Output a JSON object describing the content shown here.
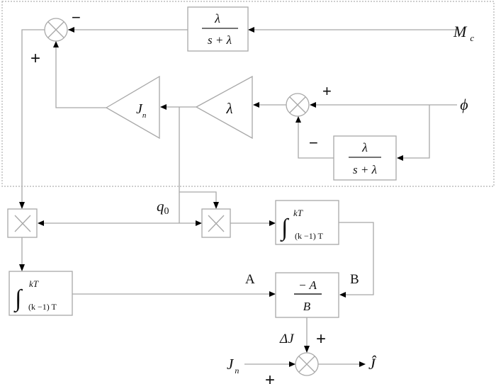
{
  "title": "Inertia estimation block diagram",
  "signals": {
    "Mc": {
      "main": "M",
      "sub": "c"
    },
    "phi": "ϕ",
    "q0": {
      "main": "q",
      "sub": "0"
    },
    "Jn_input": {
      "main": "J",
      "sub": "n"
    },
    "A": "A",
    "B": "B",
    "deltaJ": "ΔJ",
    "J_hat": "Ĵ"
  },
  "blocks": {
    "filter_top": {
      "numerator": "λ",
      "denominator": "s + λ"
    },
    "filter_bottom": {
      "numerator": "λ",
      "denominator": "s + λ"
    },
    "gain_Jn": {
      "main": "J",
      "sub": "n"
    },
    "gain_lambda": "λ",
    "multiplier_left": "×",
    "multiplier_right": "×",
    "integral_right": {
      "symbol": "∫",
      "upper": "kT",
      "lower": "(k −1) T"
    },
    "integral_left": {
      "symbol": "∫",
      "upper": "kT",
      "lower": "(k −1) T"
    },
    "divider": {
      "numerator": "− A",
      "denominator": "B"
    }
  },
  "signs": {
    "sum_top_minus": "−",
    "sum_top_plus": "+",
    "sum_mid_plus": "+",
    "sum_mid_minus": "−",
    "sum_bottom_plus_top": "+",
    "sum_bottom_plus_left": "+"
  }
}
